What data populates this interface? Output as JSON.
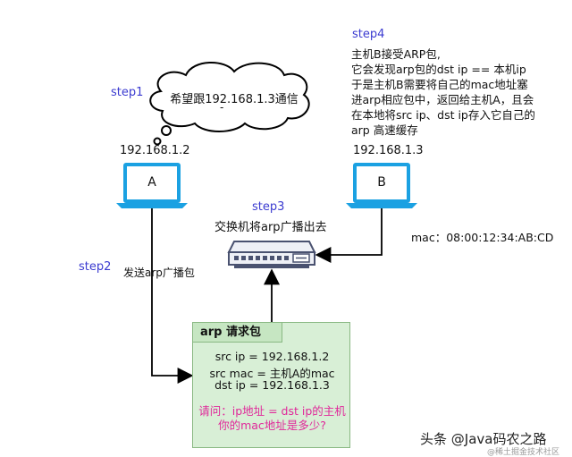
{
  "steps": {
    "step1": "step1",
    "step2": "step2",
    "step3": "step3",
    "step4": "step4"
  },
  "cloud": {
    "text": "希望跟192.168.1.3通信"
  },
  "hosts": {
    "a": {
      "label": "A",
      "ip": "192.168.1.2"
    },
    "b": {
      "label": "B",
      "ip": "192.168.1.3",
      "mac": "mac：08:00:12:34:AB:CD"
    }
  },
  "switch_caption": "交换机将arp广播出去",
  "send_caption": "发送arp广播包",
  "step4_note": [
    "主机B接受ARP包,",
    "它会发现arp包的dst ip == 本机ip",
    "于是主机B需要将自己的mac地址塞",
    "进arp相应包中，返回给主机A，且会",
    "在本地将src ip、dst ip存入它自己的",
    "arp 高速缓存"
  ],
  "packet": {
    "title": "arp 请求包",
    "lines": [
      "src ip = 192.168.1.2",
      "src mac = 主机A的mac",
      "dst ip = 192.168.1.3"
    ],
    "question": [
      "请问：ip地址 = dst ip的主机",
      "你的mac地址是多少?"
    ]
  },
  "watermark": {
    "main": "头条 @Java码农之路",
    "sub": "@稀土掘金技术社区"
  },
  "colors": {
    "laptop": "#1ba1e2",
    "step": "#3b3bd0",
    "question": "#e0289a",
    "packet_bg": "#d8efd6"
  }
}
